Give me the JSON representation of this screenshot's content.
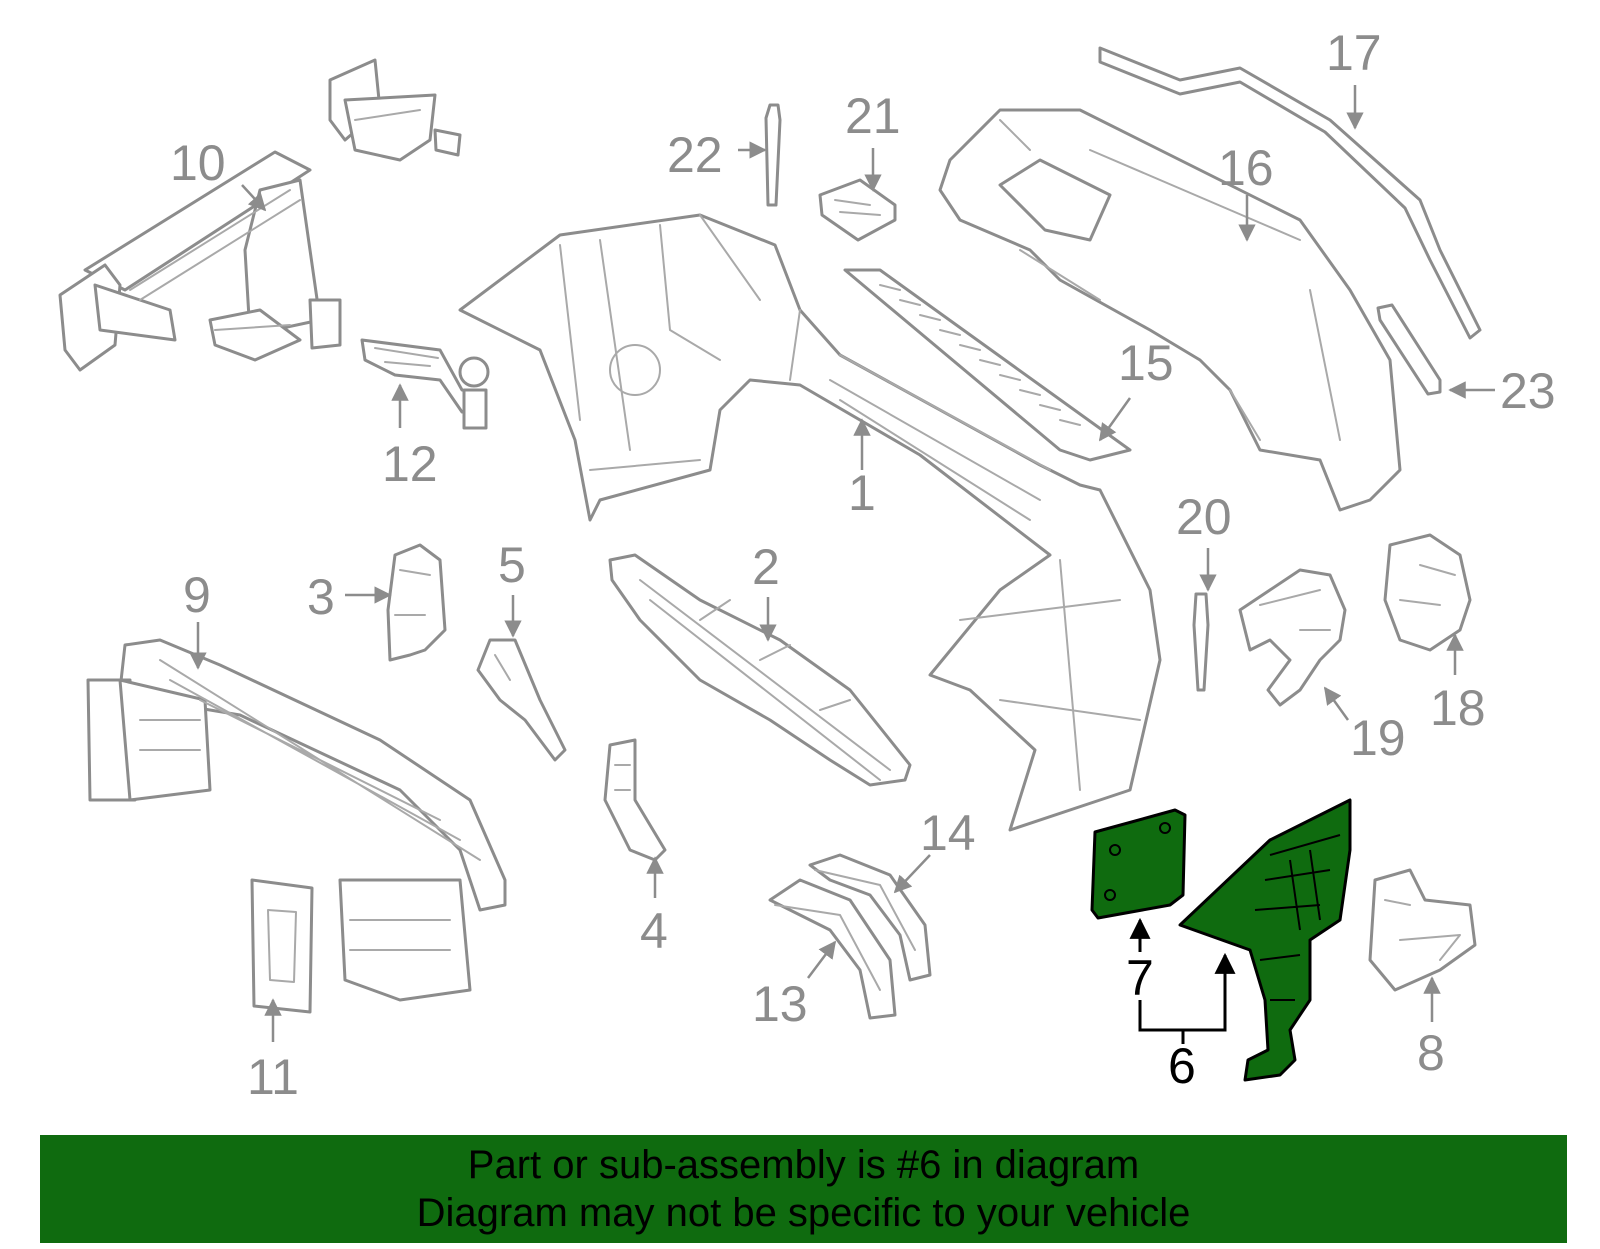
{
  "diagram": {
    "highlight_color": "#0f6b0f",
    "callouts": {
      "c1": "1",
      "c2": "2",
      "c3": "3",
      "c4": "4",
      "c5": "5",
      "c6": "6",
      "c7": "7",
      "c8": "8",
      "c9": "9",
      "c10": "10",
      "c11": "11",
      "c12": "12",
      "c13": "13",
      "c14": "14",
      "c15": "15",
      "c16": "16",
      "c17": "17",
      "c18": "18",
      "c19": "19",
      "c20": "20",
      "c21": "21",
      "c22": "22",
      "c23": "23"
    }
  },
  "banner": {
    "line1": "Part or sub-assembly is #6 in diagram",
    "line2": "Diagram may not be specific to your vehicle"
  }
}
